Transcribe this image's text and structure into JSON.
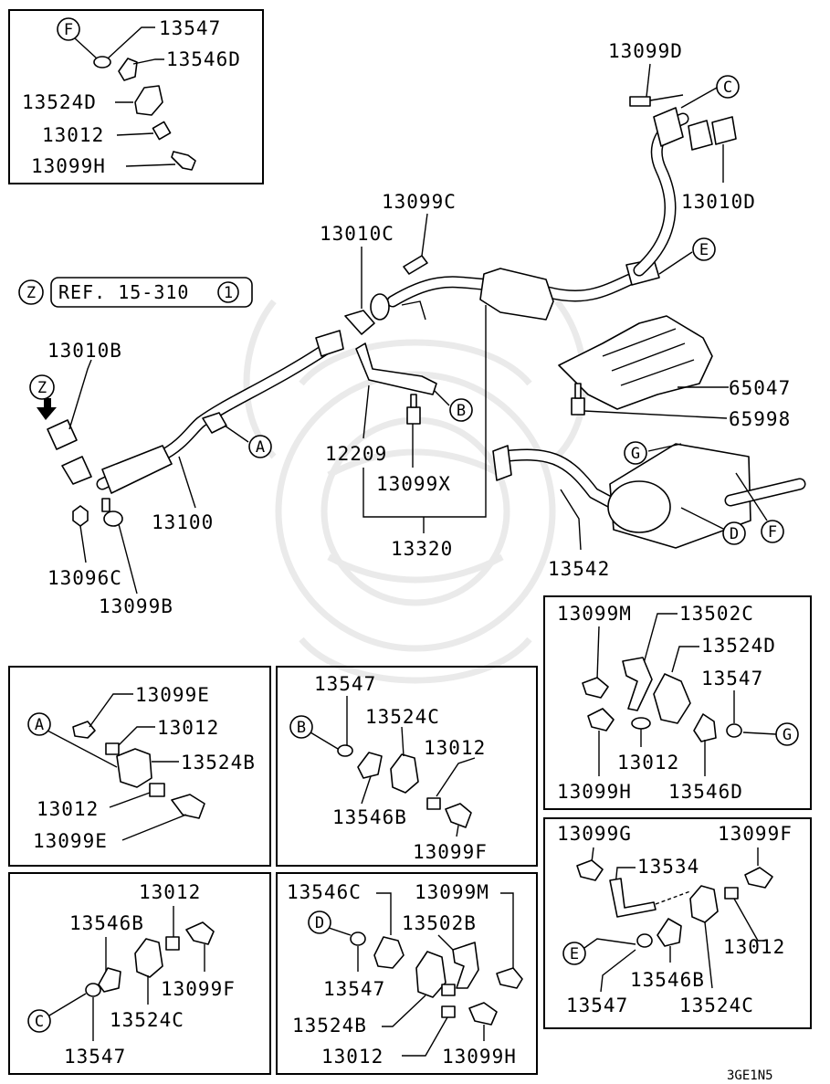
{
  "diagram_code": "3GE1N5",
  "reference": {
    "marker": "Z",
    "text": "REF. 15-310",
    "number": "1"
  },
  "callouts": [
    "A",
    "B",
    "C",
    "D",
    "E",
    "F",
    "G",
    "Z"
  ],
  "main_parts": {
    "p13099D": "13099D",
    "p13010D": "13010D",
    "p13099C": "13099C",
    "p13010C": "13010C",
    "p65047": "65047",
    "p65998": "65998",
    "p13010B": "13010B",
    "p12209": "12209",
    "p13099X": "13099X",
    "p13320": "13320",
    "p13100": "13100",
    "p13096C": "13096C",
    "p13099B": "13099B",
    "p13542": "13542"
  },
  "detail_F": {
    "marker": "F",
    "parts": [
      "13547",
      "13546D",
      "13524D",
      "13012",
      "13099H"
    ]
  },
  "detail_A": {
    "marker": "A",
    "parts": [
      "13099E",
      "13012",
      "13524B",
      "13012",
      "13099E"
    ]
  },
  "detail_B": {
    "marker": "B",
    "parts": [
      "13547",
      "13524C",
      "13012",
      "13546B",
      "13099F"
    ]
  },
  "detail_G": {
    "marker": "G",
    "parts": [
      "13099M",
      "13502C",
      "13524D",
      "13547",
      "13012",
      "13099H",
      "13546D"
    ]
  },
  "detail_C": {
    "marker": "C",
    "parts": [
      "13012",
      "13546B",
      "13099F",
      "13524C",
      "13547"
    ]
  },
  "detail_D": {
    "marker": "D",
    "parts": [
      "13546C",
      "13099M",
      "13502B",
      "13547",
      "13524B",
      "13012",
      "13099H"
    ]
  },
  "detail_E": {
    "marker": "E",
    "parts": [
      "13099G",
      "13099F",
      "13534",
      "13012",
      "13546B",
      "13547",
      "13524C"
    ]
  }
}
